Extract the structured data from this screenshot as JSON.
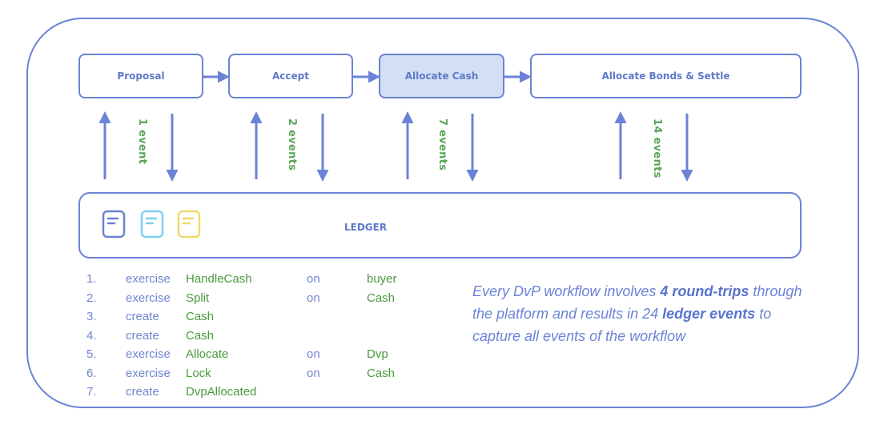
{
  "steps": [
    {
      "label": "Proposal",
      "active": false
    },
    {
      "label": "Accept",
      "active": false
    },
    {
      "label": "Allocate Cash",
      "active": true
    },
    {
      "label": "Allocate Bonds & Settle",
      "active": false
    }
  ],
  "event_counts": [
    "1 event",
    "2 events",
    "7 events",
    "14 events"
  ],
  "ledger": {
    "label": "LEDGER",
    "icons": [
      {
        "name": "document-icon",
        "color": "#6b83d6"
      },
      {
        "name": "document-icon",
        "color": "#7dd0ef"
      },
      {
        "name": "document-icon",
        "color": "#f2d76a"
      }
    ]
  },
  "commands": [
    {
      "num": "1.",
      "verb": "exercise",
      "name": "HandleCash",
      "on": "on",
      "target": "buyer"
    },
    {
      "num": "2.",
      "verb": "exercise",
      "name": "Split",
      "on": "on",
      "target": "Cash"
    },
    {
      "num": "3.",
      "verb": "create",
      "name": "Cash",
      "on": "",
      "target": ""
    },
    {
      "num": "4.",
      "verb": "create",
      "name": "Cash",
      "on": "",
      "target": ""
    },
    {
      "num": "5.",
      "verb": "exercise",
      "name": "Allocate",
      "on": "on",
      "target": "Dvp"
    },
    {
      "num": "6.",
      "verb": "exercise",
      "name": "Lock",
      "on": "on",
      "target": "Cash"
    },
    {
      "num": "7.",
      "verb": "create",
      "name": "DvpAllocated",
      "on": "",
      "target": ""
    }
  ],
  "summary": {
    "part1": "Every DvP workflow involves ",
    "bold1": "4 round-trips",
    "part2": " through the platform and results in 24 ",
    "bold2": "ledger events",
    "part3": "  to capture all events of the workflow"
  },
  "colors": {
    "accent": "#6b83d6",
    "active_fill": "#d3dff3",
    "event_green": "#5aa55a"
  }
}
